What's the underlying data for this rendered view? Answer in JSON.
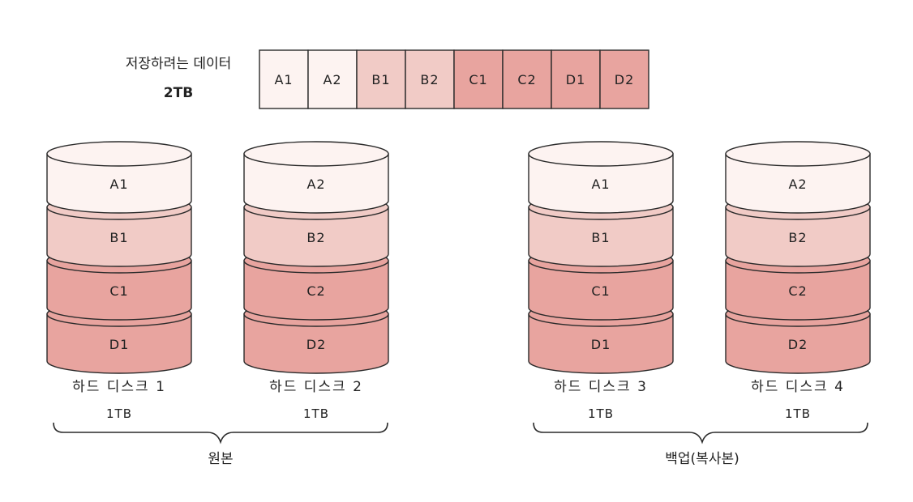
{
  "colors": {
    "A": "#fdf3f1",
    "B": "#f1cbc6",
    "C": "#e8a49f",
    "D": "#e8a49f",
    "stroke": "#2a2a2a"
  },
  "data_title": "저장하려는 데이터",
  "data_size": "2TB",
  "data_blocks": [
    {
      "label": "A1",
      "group": "A"
    },
    {
      "label": "A2",
      "group": "A"
    },
    {
      "label": "B1",
      "group": "B"
    },
    {
      "label": "B2",
      "group": "B"
    },
    {
      "label": "C1",
      "group": "C"
    },
    {
      "label": "C2",
      "group": "C"
    },
    {
      "label": "D1",
      "group": "D"
    },
    {
      "label": "D2",
      "group": "D"
    }
  ],
  "disks": [
    {
      "name": "하드 디스크 1",
      "size": "1TB",
      "segments": [
        "A1",
        "B1",
        "C1",
        "D1"
      ]
    },
    {
      "name": "하드 디스크 2",
      "size": "1TB",
      "segments": [
        "A2",
        "B2",
        "C2",
        "D2"
      ]
    },
    {
      "name": "하드 디스크 3",
      "size": "1TB",
      "segments": [
        "A1",
        "B1",
        "C1",
        "D1"
      ]
    },
    {
      "name": "하드 디스크 4",
      "size": "1TB",
      "segments": [
        "A2",
        "B2",
        "C2",
        "D2"
      ]
    }
  ],
  "groups": [
    {
      "label": "원본"
    },
    {
      "label": "백업(복사본)"
    }
  ]
}
